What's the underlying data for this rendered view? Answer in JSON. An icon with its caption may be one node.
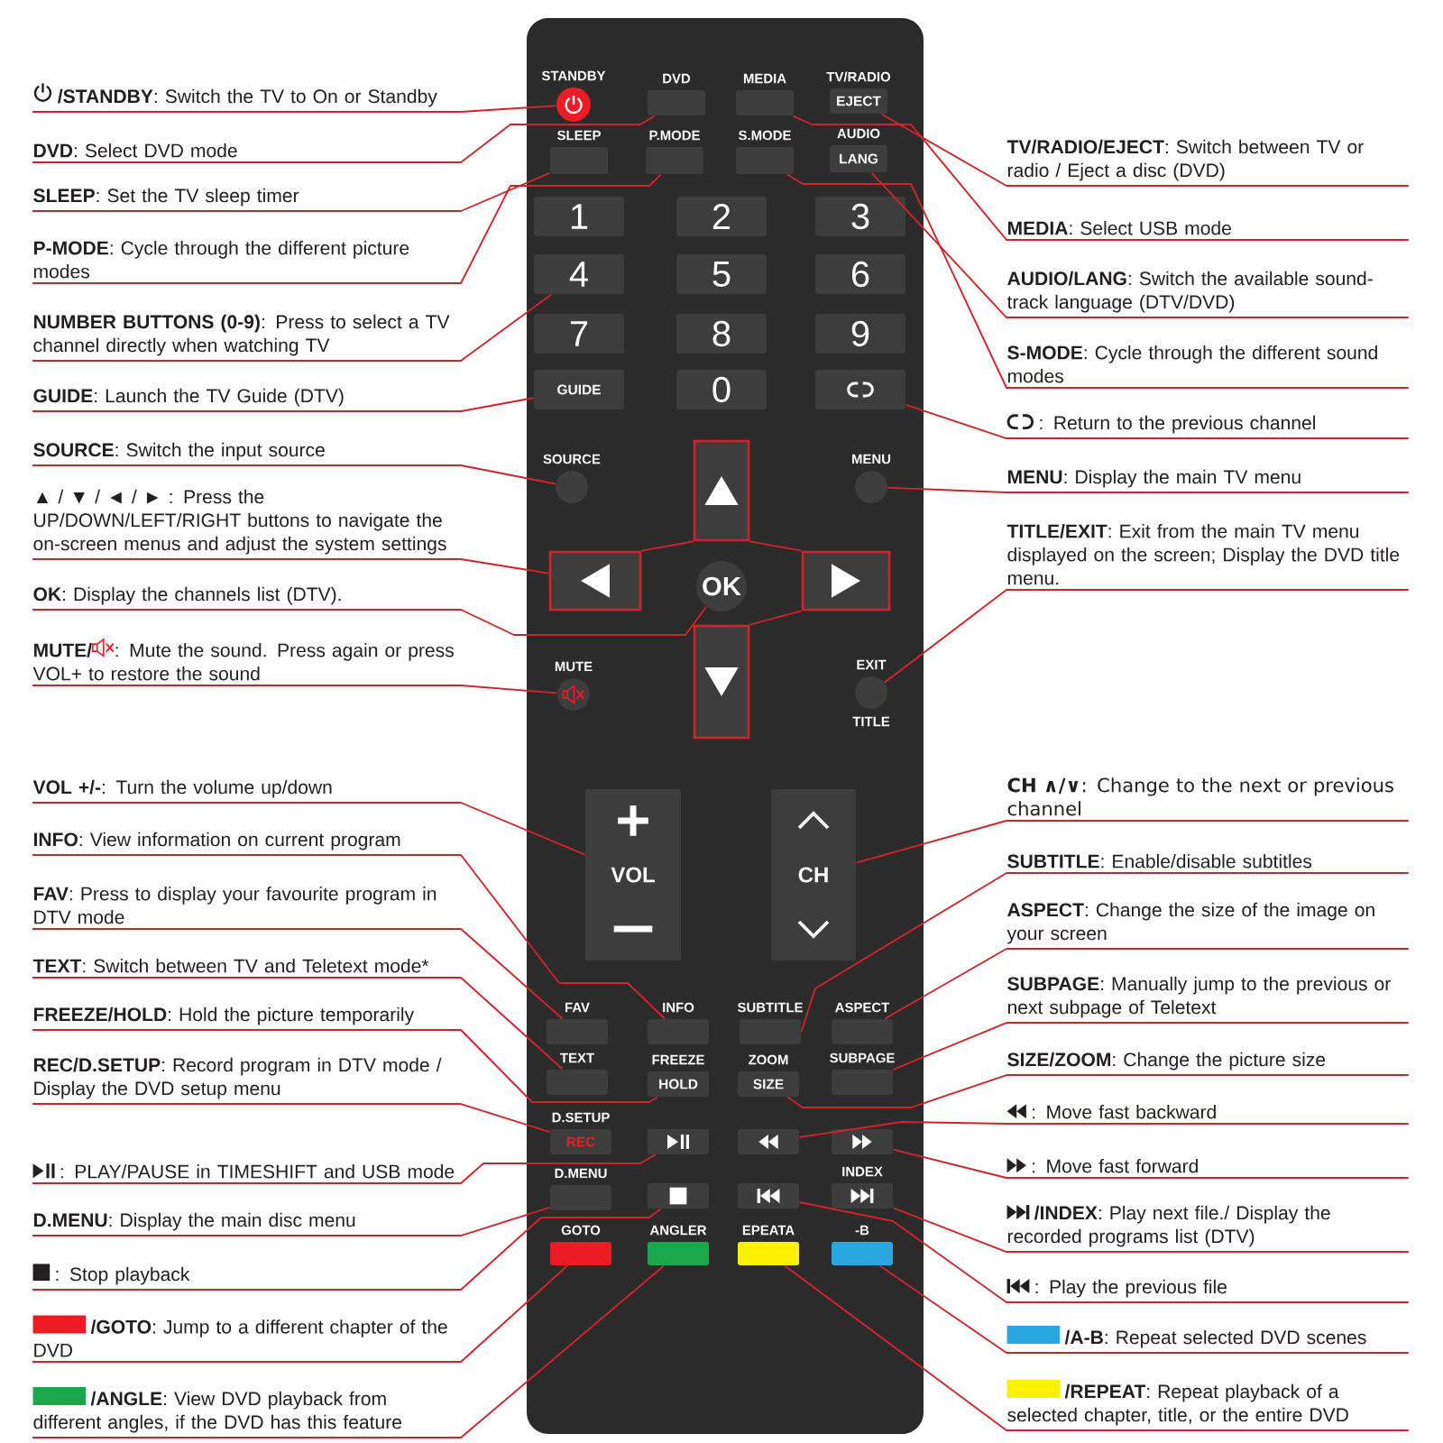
{
  "diagram": {
    "nodes": [
      {
        "text": [],
        "shape": "box"
      },
      {
        "text": [
          "STANDBY"
        ],
        "in": 0
      },
      {
        "text": [
          "DVD"
        ],
        "in": 0
      },
      {
        "text": [
          "MEDIA"
        ],
        "in": 0
      },
      {
        "text": [
          "TV/RADIO",
          "EJECT"
        ],
        "in": 0
      },
      {
        "text": [
          "SLEEP"
        ],
        "in": 0
      },
      {
        "text": [
          "P.MODE"
        ],
        "in": 0
      },
      {
        "text": [
          "S.MODE"
        ],
        "in": 0
      },
      {
        "text": [
          "AUDIO",
          "LANG"
        ],
        "in": 0
      },
      {
        "text": [
          "1"
        ],
        "in": 0
      },
      {
        "text": [
          "2"
        ],
        "in": 0
      },
      {
        "text": [
          "3"
        ],
        "in": 0
      },
      {
        "text": [
          "4"
        ],
        "in": 0
      },
      {
        "text": [
          "5"
        ],
        "in": 0
      },
      {
        "text": [
          "6"
        ],
        "in": 0
      },
      {
        "text": [
          "7"
        ],
        "in": 0
      },
      {
        "text": [
          "8"
        ],
        "in": 0
      },
      {
        "text": [
          "9"
        ],
        "in": 0
      },
      {
        "text": [
          "GUIDE"
        ],
        "in": 0
      },
      {
        "text": [
          "0"
        ],
        "in": 0
      },
      {
        "text": [],
        "shape": "box",
        "in": 0
      },
      {
        "text": [
          "SOURCE"
        ],
        "in": 0
      },
      {
        "text": [
          "MENU"
        ],
        "in": 0
      },
      {
        "text": [],
        "shape": "box",
        "in": 0
      },
      {
        "text": [],
        "shape": "box",
        "in": 0
      },
      {
        "text": [
          "OK"
        ],
        "in": 0
      },
      {
        "text": [],
        "shape": "box",
        "in": 0
      },
      {
        "text": [],
        "shape": "box",
        "in": 0
      },
      {
        "text": [
          "MUTE"
        ],
        "in": 0
      },
      {
        "text": [
          "EXIT",
          "TITLE"
        ],
        "in": 0
      },
      {
        "text": [
          "VOL"
        ],
        "in": 0
      },
      {
        "text": [
          "CH"
        ],
        "in": 0
      },
      {
        "text": [
          "FAV"
        ],
        "in": 0
      },
      {
        "text": [
          "INFO"
        ],
        "in": 0
      },
      {
        "text": [
          "SUBTITLE"
        ],
        "in": 0
      },
      {
        "text": [
          "ASPECT"
        ],
        "in": 0
      },
      {
        "text": [
          "TEXT"
        ],
        "in": 0
      },
      {
        "text": [
          "FREEZE",
          "HOLD"
        ],
        "in": 0
      },
      {
        "text": [
          "ZOOM",
          "SIZE"
        ],
        "in": 0
      },
      {
        "text": [
          "SUBPAGE"
        ],
        "in": 0
      },
      {
        "text": [
          "D.SETUP",
          "REC"
        ],
        "in": 0
      },
      {
        "text": [],
        "shape": "box",
        "in": 0
      },
      {
        "text": [],
        "shape": "box",
        "in": 0
      },
      {
        "text": [],
        "shape": "box",
        "in": 0
      },
      {
        "text": [
          "D.MENU"
        ],
        "in": 0
      },
      {
        "text": [],
        "shape": "box",
        "in": 0
      },
      {
        "text": [],
        "shape": "box",
        "in": 0
      },
      {
        "text": [
          "INDEX"
        ],
        "in": 0
      },
      {
        "text": [
          "GOTO"
        ],
        "in": 0
      },
      {
        "text": [
          "ANGLER"
        ],
        "in": 0
      },
      {
        "text": [
          "EPEATA"
        ],
        "in": 0
      },
      {
        "text": [
          "-B"
        ],
        "in": 0
      },
      {
        "text": [
          "**/STANDBY**: Switch the TV to On or Standby"
        ]
      },
      {
        "text": [
          "**DVD**: Select DVD mode"
        ]
      },
      {
        "text": [
          "**SLEEP**: Set the TV sleep timer"
        ]
      },
      {
        "text": [
          "**P-MODE**: Cycle through the different picture modes"
        ]
      },
      {
        "text": [
          "**NUMBER BUTTONS (0-9)**: Press to select a TV channel directly when watching TV"
        ]
      },
      {
        "text": [
          "**GUIDE**: Launch the TV Guide (DTV)"
        ]
      },
      {
        "text": [
          "**SOURCE**: Switch the input source"
        ]
      },
      {
        "text": [
          "▲ / ▼ / ◄ / ► : Press the UP/DOWN/LEFT/RIGHT buttons to navigate the on-screen menus and adjust the system settings"
        ]
      },
      {
        "text": [
          "**OK**: Display the channels list (DTV)."
        ]
      },
      {
        "text": [
          "MUTE/",
          ": Mute the sound. Press again or press VOL+ to restore the sound"
        ]
      },
      {
        "text": [
          "**VOL +/-**: Turn the volume up/down"
        ]
      },
      {
        "text": [
          "**INFO**: View information on current program"
        ]
      },
      {
        "text": [
          "**FAV**: Press to display your favourite program in DTV mode"
        ]
      },
      {
        "text": [
          "**TEXT**: Switch between TV and Teletext mode*"
        ]
      },
      {
        "text": [
          "**FREEZE/HOLD**: Hold the picture temporarily"
        ]
      },
      {
        "text": [
          "**REC/D.SETUP**: Record program in DTV mode / Display the DVD setup menu"
        ]
      },
      {
        "text": [
          ": PLAY/PAUSE in TIMESHIFT and USB mode"
        ]
      },
      {
        "text": [
          "**D.MENU**: Display the main disc menu"
        ]
      },
      {
        "text": [
          ": Stop playback"
        ]
      },
      {
        "text": [
          "**/GOTO**: Jump to a different chapter of the DVD"
        ]
      },
      {
        "text": [
          "**/ANGLE**: View DVD playback from different angles, if the DVD has this feature"
        ]
      },
      {
        "text": [
          "**TV/RADIO/EJECT**: Switch between TV or radio / Eject a disc (DVD)"
        ]
      },
      {
        "text": [
          "**MEDIA**: Select USB mode"
        ]
      },
      {
        "text": [
          "**AUDIO/LANG**: Switch the available sound-track language (DTV/DVD)"
        ]
      },
      {
        "text": [
          "**S-MODE**: Cycle through the different sound modes"
        ]
      },
      {
        "text": [
          ": Return to the previous channel"
        ]
      },
      {
        "text": [
          "**MENU**: Display the main TV menu"
        ]
      },
      {
        "text": [
          "**TITLE/EXIT**: Exit from the main TV menu displayed on the screen; Display the DVD title menu."
        ]
      },
      {
        "text": [
          "**CH ∧/∨**: Change to the next or previous channel"
        ]
      },
      {
        "text": [
          "**SUBTITLE**: Enable/disable subtitles"
        ]
      },
      {
        "text": [
          "**ASPECT**: Change the size of the image on your screen"
        ]
      },
      {
        "text": [
          "**SUBPAGE**: Manually jump to the previous or next subpage of Teletext"
        ]
      },
      {
        "text": [
          "**SIZE/ZOOM**: Change the picture size"
        ]
      },
      {
        "text": [
          ": Move fast backward"
        ]
      },
      {
        "text": [
          ": Move fast forward"
        ]
      },
      {
        "text": [
          "**/INDEX**: Play next file./ Display the recorded programs list (DTV)"
        ]
      },
      {
        "text": [
          ": Play the previous file"
        ]
      },
      {
        "text": [
          "**/A-B**: Repeat selected DVD scenes"
        ]
      },
      {
        "text": [
          "**/REPEAT**: Repeat playback of a selected chapter, title, or the entire DVD"
        ]
      }
    ],
    "edges": [
      {
        "from": 52,
        "to": 1,
        "arrow": "none"
      },
      {
        "from": 53,
        "to": 2,
        "arrow": "none"
      },
      {
        "from": 54,
        "to": 5,
        "arrow": "none"
      },
      {
        "from": 55,
        "to": 6,
        "arrow": "none"
      },
      {
        "from": 56,
        "to": 12,
        "arrow": "none"
      },
      {
        "from": 57,
        "to": 18,
        "arrow": "none"
      },
      {
        "from": 58,
        "to": 21,
        "arrow": "none"
      },
      {
        "from": 59,
        "to": 24,
        "arrow": "none"
      },
      {
        "from": 60,
        "to": 25,
        "arrow": "none"
      },
      {
        "from": 61,
        "to": 28,
        "arrow": "none"
      },
      {
        "from": 62,
        "to": 30,
        "arrow": "none"
      },
      {
        "from": 63,
        "to": 33,
        "arrow": "none"
      },
      {
        "from": 64,
        "to": 32,
        "arrow": "none"
      },
      {
        "from": 65,
        "to": 36,
        "arrow": "none"
      },
      {
        "from": 66,
        "to": 37,
        "arrow": "none"
      },
      {
        "from": 67,
        "to": 40,
        "arrow": "none"
      },
      {
        "from": 68,
        "to": 41,
        "arrow": "none"
      },
      {
        "from": 69,
        "to": 44,
        "arrow": "none"
      },
      {
        "from": 70,
        "to": 45,
        "arrow": "none"
      },
      {
        "from": 71,
        "to": 48,
        "arrow": "none"
      },
      {
        "from": 72,
        "to": 49,
        "arrow": "none"
      },
      {
        "from": 73,
        "to": 4,
        "arrow": "none"
      },
      {
        "from": 74,
        "to": 3,
        "arrow": "none"
      },
      {
        "from": 75,
        "to": 8,
        "arrow": "none"
      },
      {
        "from": 76,
        "to": 7,
        "arrow": "none"
      },
      {
        "from": 77,
        "to": 20,
        "arrow": "none"
      },
      {
        "from": 78,
        "to": 22,
        "arrow": "none"
      },
      {
        "from": 79,
        "to": 29,
        "arrow": "none"
      },
      {
        "from": 80,
        "to": 31,
        "arrow": "none"
      },
      {
        "from": 81,
        "to": 34,
        "arrow": "none"
      },
      {
        "from": 82,
        "to": 35,
        "arrow": "none"
      },
      {
        "from": 83,
        "to": 39,
        "arrow": "none"
      },
      {
        "from": 84,
        "to": 38,
        "arrow": "none"
      },
      {
        "from": 85,
        "to": 42,
        "arrow": "none"
      },
      {
        "from": 86,
        "to": 43,
        "arrow": "none"
      },
      {
        "from": 87,
        "to": 47,
        "arrow": "none"
      },
      {
        "from": 88,
        "to": 46,
        "arrow": "none"
      },
      {
        "from": 89,
        "to": 51,
        "arrow": "none"
      },
      {
        "from": 90,
        "to": 50,
        "arrow": "none"
      },
      {
        "from": 23,
        "to": 24,
        "arrow": "none"
      },
      {
        "from": 23,
        "to": 26,
        "arrow": "none"
      },
      {
        "from": 26,
        "to": 27,
        "arrow": "none"
      }
    ]
  }
}
